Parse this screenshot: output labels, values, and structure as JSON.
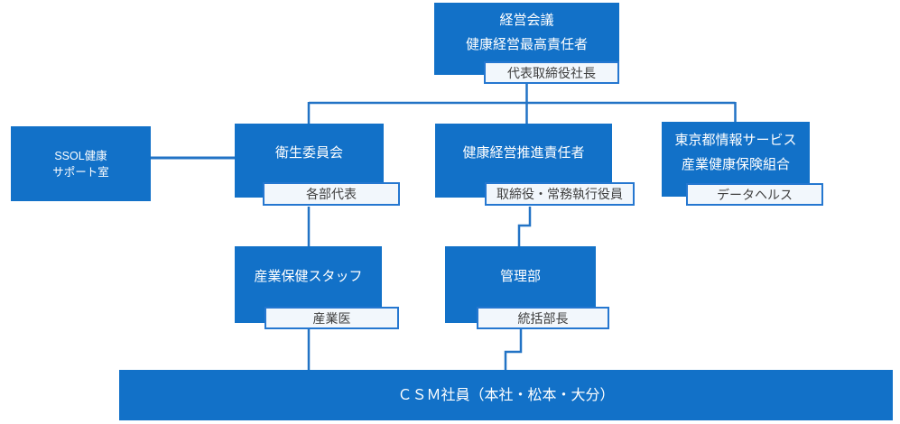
{
  "nodes": {
    "keiei": {
      "line1": "経営会議",
      "line2": "健康経営最高責任者",
      "sublabel": "代表取締役社長"
    },
    "ssol": {
      "line1": "SSOL健康",
      "line2": "サポート室"
    },
    "eisei": {
      "title": "衛生委員会",
      "sublabel": "各部代表"
    },
    "suishin": {
      "title": "健康経営推進責任者",
      "sublabel": "取締役・常務執行役員"
    },
    "tokyo": {
      "line1": "東京都情報サービス",
      "line2": "産業健康保険組合",
      "sublabel": "データヘルス"
    },
    "sangyo": {
      "title": "産業保健スタッフ",
      "sublabel": "産業医"
    },
    "kanri": {
      "title": "管理部",
      "sublabel": "統括部長"
    },
    "csm": {
      "title": "ＣＳＭ社員（本社・松本・大分）"
    }
  },
  "colors": {
    "box_fill": "#1271C8",
    "connector_line": "#2273C5",
    "sublabel_border": "#2577D0",
    "sublabel_fill": "#F2F7FC",
    "sublabel_text": "#3F3F3F",
    "box_text": "#FFFFFF"
  }
}
